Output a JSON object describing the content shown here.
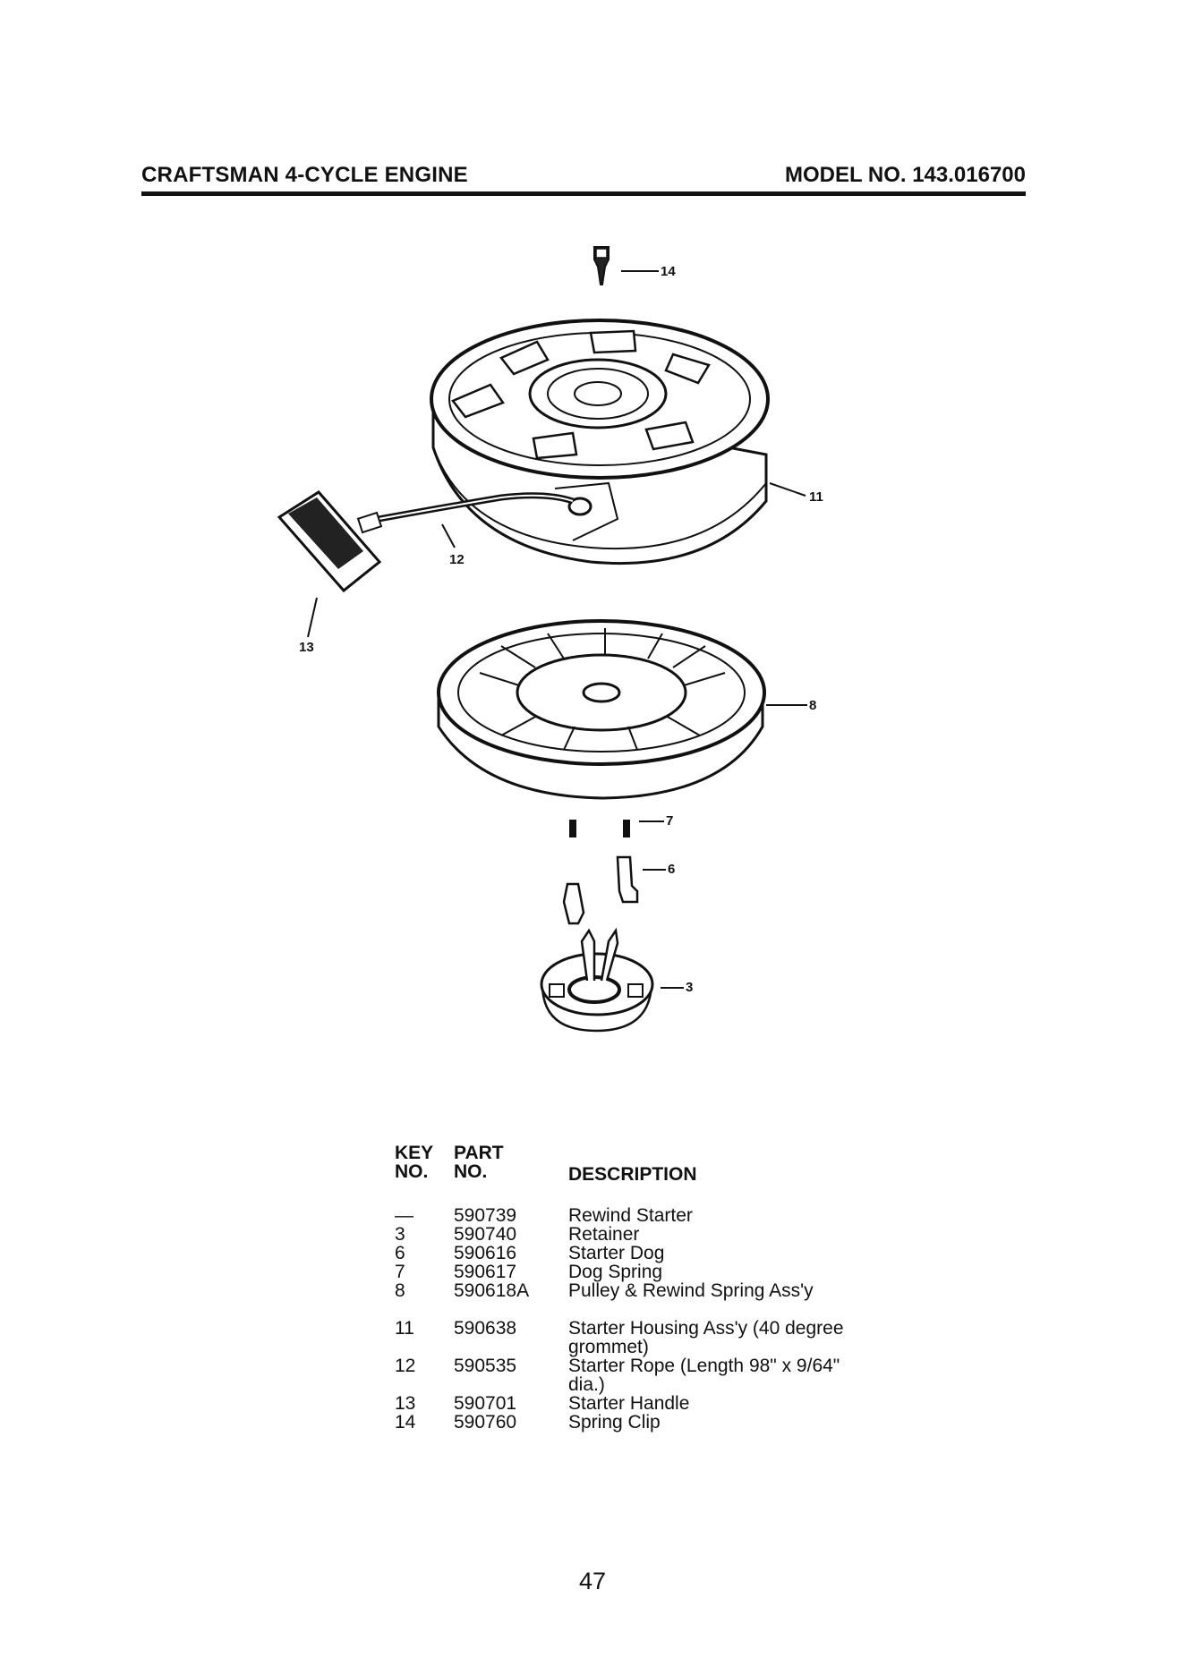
{
  "header": {
    "left_title": "CRAFTSMAN 4-CYCLE ENGINE",
    "right_title": "MODEL NO. 143.016700"
  },
  "diagram": {
    "callouts": [
      "14",
      "11",
      "12",
      "13",
      "8",
      "7",
      "6",
      "3"
    ]
  },
  "parts_table": {
    "headers": {
      "key_line1": "KEY",
      "key_line2": "NO.",
      "part_line1": "PART",
      "part_line2": "NO.",
      "description": "DESCRIPTION"
    },
    "rows": [
      {
        "key": "—",
        "part": "590739",
        "desc": "Rewind Starter"
      },
      {
        "key": "3",
        "part": "590740",
        "desc": "Retainer"
      },
      {
        "key": "6",
        "part": "590616",
        "desc": "Starter Dog"
      },
      {
        "key": "7",
        "part": "590617",
        "desc": "Dog Spring"
      },
      {
        "key": "8",
        "part": "590618A",
        "desc": "Pulley & Rewind Spring Ass'y"
      },
      {
        "key": "11",
        "part": "590638",
        "desc": "Starter Housing Ass'y (40 degree grommet)"
      },
      {
        "key": "12",
        "part": "590535",
        "desc": "Starter Rope (Length 98\" x 9/64\" dia.)"
      },
      {
        "key": "13",
        "part": "590701",
        "desc": "Starter Handle"
      },
      {
        "key": "14",
        "part": "590760",
        "desc": "Spring Clip"
      }
    ]
  },
  "page_number": "47"
}
